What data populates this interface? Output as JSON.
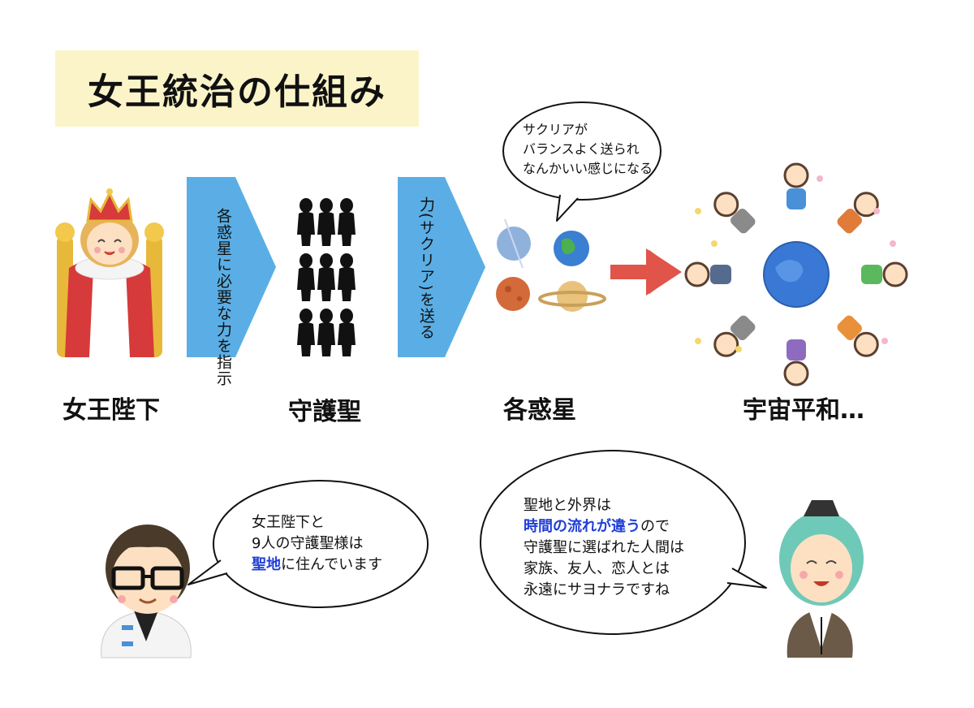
{
  "title": "女王統治の仕組み",
  "arrows": {
    "arrow1_text": "各惑星に必要な力を指示",
    "arrow2_text": "力(サクリア)を送る"
  },
  "labels": {
    "queen": "女王陛下",
    "guardians": "守護聖",
    "planets": "各惑星",
    "peace": "宇宙平和…"
  },
  "bubbles": {
    "planet_bubble": [
      "サクリアが",
      "バランスよく送られ",
      "なんかいい感じになる"
    ],
    "left_bubble": {
      "line1": "女王陛下と",
      "line2": "9人の守護聖様は",
      "line3_highlight": "聖地",
      "line3_rest": "に住んでいます"
    },
    "right_bubble": {
      "line1": "聖地と外界は",
      "line2_highlight": "時間の流れが違う",
      "line2_rest": "ので",
      "line3": "守護聖に選ばれた人間は",
      "line4": "家族、友人、恋人とは",
      "line5": "永遠にサヨナラですね"
    }
  },
  "colors": {
    "title_bg": "#fbf4c9",
    "arrow_blue": "#5aaee5",
    "red_arrow": "#e0544a",
    "highlight_text": "#1f3fd6"
  },
  "icons": [
    "queen-on-throne-illustration",
    "guardian-silhouette-icon",
    "planets-illustration",
    "world-peace-illustration",
    "teacher-man-illustration",
    "elder-sage-illustration"
  ]
}
